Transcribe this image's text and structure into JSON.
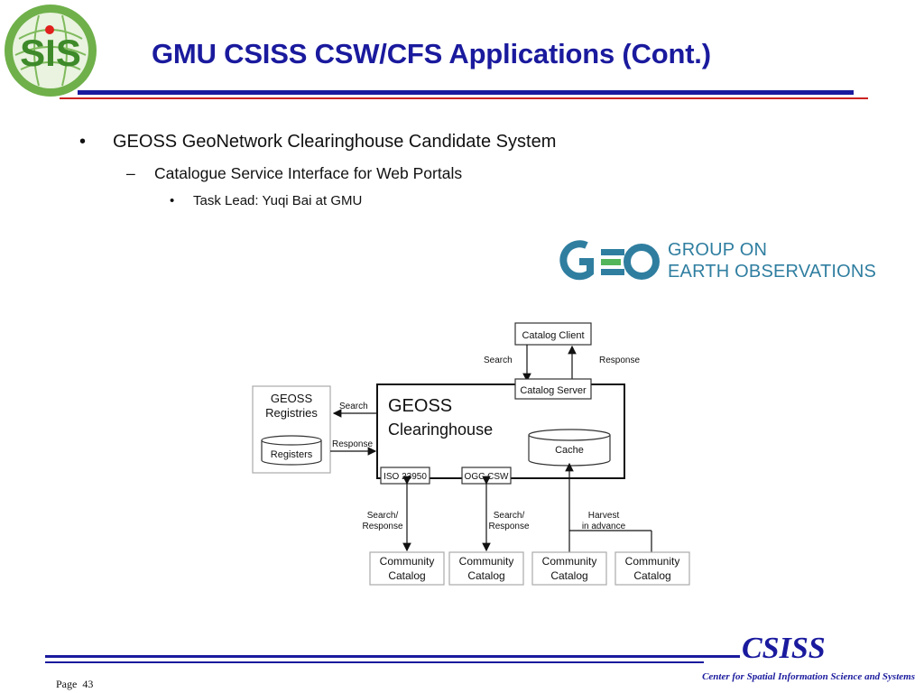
{
  "slide": {
    "title": "GMU CSISS CSW/CFS Applications (Cont.)",
    "bullets": {
      "level1": "GEOSS GeoNetwork Clearinghouse Candidate System",
      "level2": "Catalogue Service Interface for Web Portals",
      "level3": "Task Lead: Yuqi Bai at GMU"
    }
  },
  "logo": {
    "text": "SIS",
    "dot_color": "#e0201c"
  },
  "geo_logo": {
    "mark": "GEO",
    "line1": "GROUP ON",
    "line2": "EARTH OBSERVATIONS"
  },
  "diagram": {
    "catalog_client": "Catalog Client",
    "catalog_server": "Catalog Server",
    "search": "Search",
    "response": "Response",
    "clearinghouse_line1": "GEOSS",
    "clearinghouse_line2": "Clearinghouse",
    "registries_line1": "GEOSS",
    "registries_line2": "Registries",
    "registers": "Registers",
    "cache": "Cache",
    "iso": "ISO 23950",
    "ogc": "OGC CSW",
    "search_slash": "Search/",
    "response_label": "Response",
    "harvest_line1": "Harvest",
    "harvest_line2": "in advance",
    "community_line1": "Community",
    "community_line2": "Catalog"
  },
  "footer": {
    "brand": "CSISS",
    "subtitle": "Center for Spatial Information Science and Systems",
    "page_label": "Page",
    "page_number": "43"
  },
  "colors": {
    "title": "#1a1a9e",
    "rule_blue": "#1a1a9e",
    "rule_red": "#cc2222",
    "geo_teal": "#2f7ea0"
  }
}
